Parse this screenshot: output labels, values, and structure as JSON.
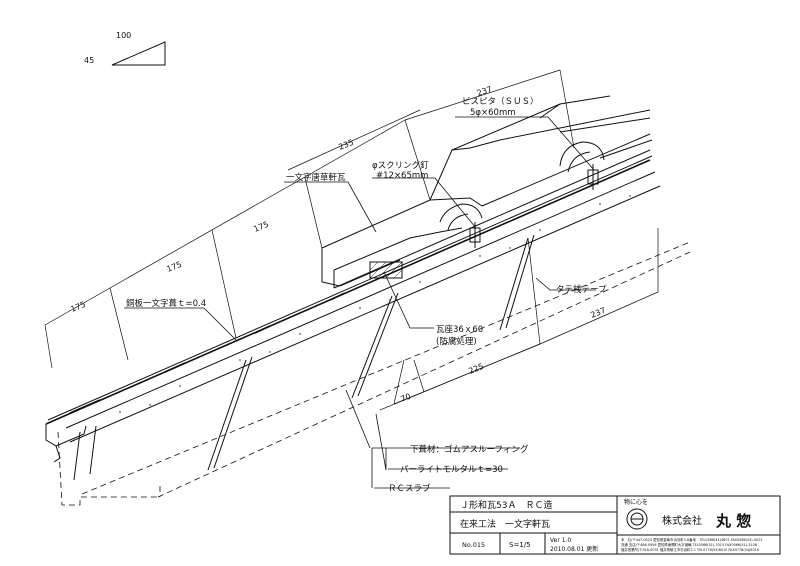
{
  "scale_mark": {
    "horizontal": "100",
    "vertical": "45"
  },
  "dimensions": {
    "d175a": "175",
    "d175b": "175",
    "d175c": "175",
    "d235": "235",
    "d237top": "237",
    "d237right": "237",
    "d225": "225",
    "d70": "70"
  },
  "labels": {
    "bisupita": "ビスピタ（ＳＵＳ）",
    "bisupita_size": "5φ×60mm",
    "screw_nail": "φスクリング釘",
    "screw_nail_size": "#12×65mm",
    "eave_tile": "一文字唐草軒瓦",
    "copper_plate": "銅板一文字葺ｔ=0.4",
    "tate_sangi": "タテ桟テープ",
    "tile_base": "瓦座36ｘ60",
    "tile_base_note": "(防腐処理)",
    "underlay": "下葺材：ゴムアスルーフィング",
    "perlite": "パーライトモルタルｔ=30",
    "rc_slab": "ＲＣスラブ"
  },
  "title_block": {
    "title1": "Ｊ形和瓦53Ａ　ＲＣ造",
    "title2": "在来工法　一文字軒瓦",
    "number": "No.015",
    "scale": "S=1/5",
    "version": "Ver 1.0",
    "date": "2010.08.01 更新",
    "slogan": "物に心を",
    "company": "株式会社",
    "company_name": "丸 惣",
    "address_lines": [
      "本　社/〒447-0024 愛知県碧南市浜寺町3-8番地　TEL0566(41)4801 FAX0566(53)-0022",
      "流通 支店/〒486-0956 愛知県東郷町大字諸輪  TEL0566(51)-3315 FAX0566(51)-3108",
      "福井営業所/〒916-0031 福井県鯖江市鳥羽町3-1  TEL0778(54)6010 FAX0778(54)6016"
    ]
  }
}
